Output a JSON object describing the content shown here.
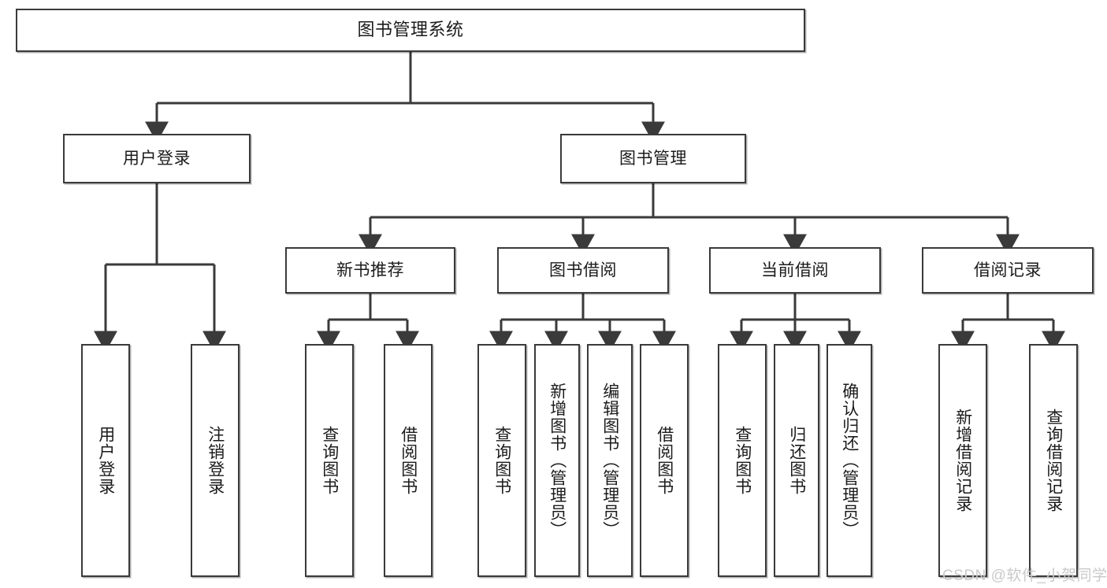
{
  "diagram": {
    "type": "tree-hierarchy-chart",
    "title": "图书管理系统",
    "colors": {
      "box_border": "#3a3a3a",
      "box_fill": "#ffffff",
      "connector": "#3a3a3a",
      "text": "#1b1b1b",
      "watermark": "#c9c9c9"
    },
    "levels": {
      "level1": [
        {
          "id": "root",
          "label": "图书管理系统"
        }
      ],
      "level2": [
        {
          "id": "user-login",
          "label": "用户登录",
          "parent": "root"
        },
        {
          "id": "book-manage",
          "label": "图书管理",
          "parent": "root"
        }
      ],
      "level3": [
        {
          "id": "new-book-rec",
          "label": "新书推荐",
          "parent": "book-manage"
        },
        {
          "id": "book-borrow",
          "label": "图书借阅",
          "parent": "book-manage"
        },
        {
          "id": "current-borrow",
          "label": "当前借阅",
          "parent": "book-manage"
        },
        {
          "id": "borrow-record",
          "label": "借阅记录",
          "parent": "book-manage"
        }
      ],
      "leaves": [
        {
          "id": "leaf-user-login",
          "label": "用户登录",
          "parent": "user-login"
        },
        {
          "id": "leaf-user-logout",
          "label": "注销登录",
          "parent": "user-login"
        },
        {
          "id": "leaf-query-book-1",
          "label": "查询图书",
          "parent": "new-book-rec"
        },
        {
          "id": "leaf-borrow-book-1",
          "label": "借阅图书",
          "parent": "new-book-rec"
        },
        {
          "id": "leaf-query-book-2",
          "label": "查询图书",
          "parent": "book-borrow"
        },
        {
          "id": "leaf-add-book",
          "label": "新增图书（管理员）",
          "parent": "book-borrow"
        },
        {
          "id": "leaf-edit-book",
          "label": "编辑图书（管理员）",
          "parent": "book-borrow"
        },
        {
          "id": "leaf-borrow-book-2",
          "label": "借阅图书",
          "parent": "book-borrow"
        },
        {
          "id": "leaf-query-book-3",
          "label": "查询图书",
          "parent": "current-borrow"
        },
        {
          "id": "leaf-return-book",
          "label": "归还图书",
          "parent": "current-borrow"
        },
        {
          "id": "leaf-confirm-return",
          "label": "确认归还（管理员）",
          "parent": "current-borrow"
        },
        {
          "id": "leaf-add-record",
          "label": "新增借阅记录",
          "parent": "borrow-record"
        },
        {
          "id": "leaf-query-record",
          "label": "查询借阅记录",
          "parent": "borrow-record"
        }
      ]
    },
    "watermark": "CSDN @软件_小贺同学"
  }
}
